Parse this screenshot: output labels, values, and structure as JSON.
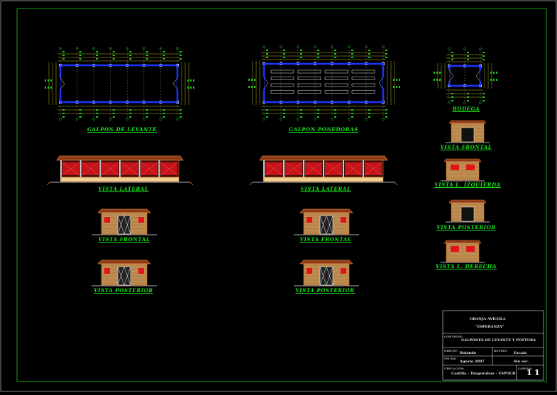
{
  "drawing": {
    "plans": {
      "levante": "GALPON DE LEVANTE",
      "ponedoras": "GALPON PONEDORAS",
      "bodega": "BODEGA"
    },
    "elevations": {
      "levante_lateral": "VISTA LATERAL",
      "levante_frontal": "VISTA FRONTAL",
      "levante_posterior": "VISTA POSTERIOR",
      "ponedoras_lateral": "VISTA LATERAL",
      "ponedoras_frontal": "VISTA FRONTAL",
      "ponedoras_posterior": "VISTA POSTERIOR",
      "bodega_frontal": "VISTA FRONTAL",
      "bodega_izquierda": "VISTA L. IZQUIERDA",
      "bodega_posterior": "VISTA POSTERIOR",
      "bodega_derecha": "VISTA L. DERECHA"
    }
  },
  "title_block": {
    "project": "GRANJA AVICOLA",
    "owner": "\"ESPERANZA\"",
    "content": "GALPONES DE LEVANTE Y POSTURA",
    "drawn_by": "Rolando",
    "scale": "Escala",
    "date": "Agosto 2007",
    "scale_value": "Sin esc.",
    "location": "Castilla - Tungurahua - ESPOCH",
    "sheet_number": "1",
    "sheet_total": "1",
    "field_labels": {
      "content": "CONTIENE:",
      "drawn": "DIBUJO:",
      "date": "FECHA:",
      "review": "REVISO:",
      "location": "UBICACION:",
      "sheet": "LAMINA:"
    }
  },
  "colors": {
    "label": "#19e619",
    "wall_blue": "#1c34ff",
    "mesh_red": "#e0141a",
    "roof_orange": "#e07a2a",
    "frame": "#1ec81e",
    "dim": "#e8e820"
  }
}
